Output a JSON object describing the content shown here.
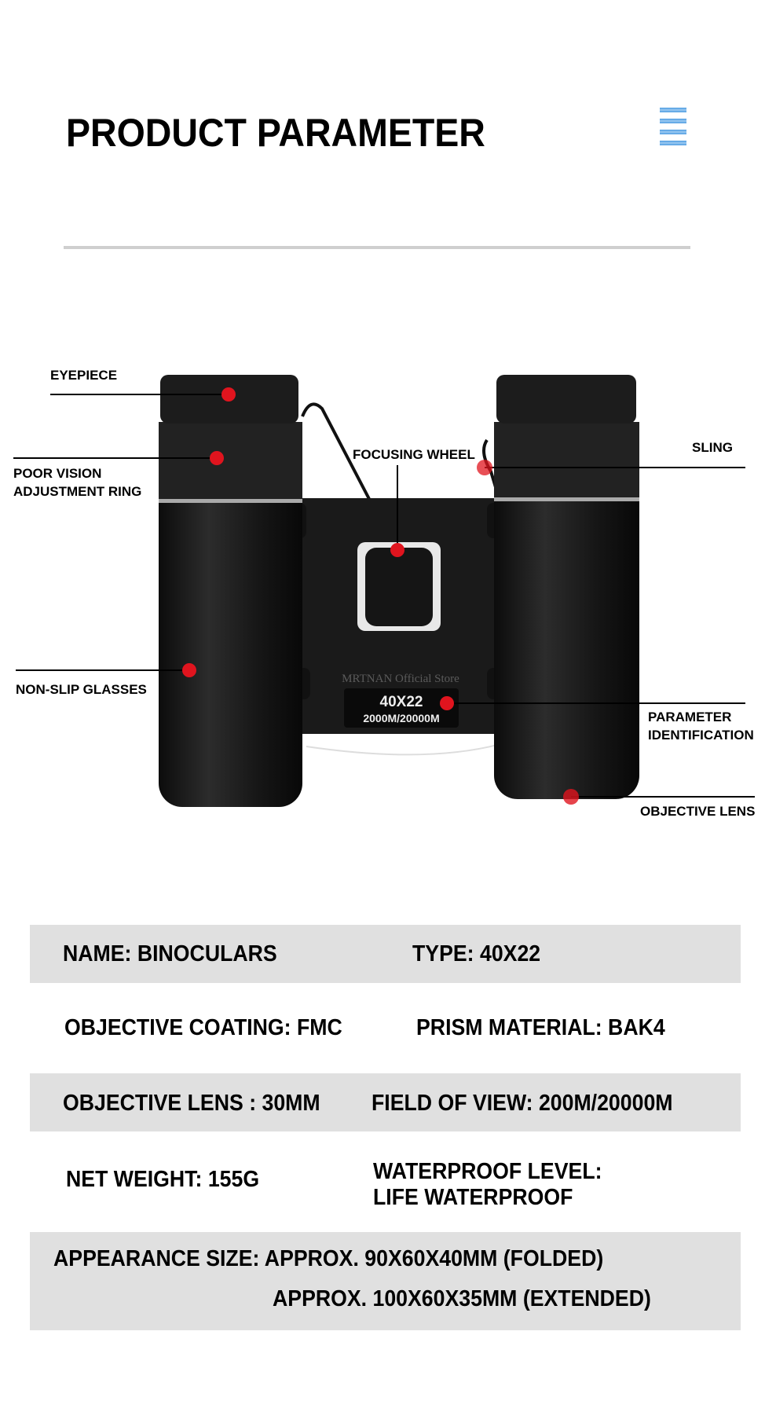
{
  "header": {
    "title": "PRODUCT PARAMETER",
    "menu_icon": "hamburger-menu-icon",
    "menu_color": "#4a9ae0"
  },
  "diagram": {
    "labels": {
      "eyepiece": "EYEPIECE",
      "poor_vision_1": "POOR VISION",
      "poor_vision_2": "ADJUSTMENT RING",
      "focusing_wheel": "FOCUSING WHEEL",
      "sling": "SLING",
      "non_slip": "NON-SLIP GLASSES",
      "parameter_1": "PARAMETER",
      "parameter_2": "IDENTIFICATION",
      "objective_lens": "OBJECTIVE LENS"
    },
    "plate": {
      "line1": "40X22",
      "line2": "2000M/20000M"
    },
    "watermark": "MRTNAN Official Store",
    "marker_color": "#e0141e"
  },
  "specs": {
    "name": "NAME: BINOCULARS",
    "type": "TYPE: 40X22",
    "coating": "OBJECTIVE COATING: FMC",
    "prism": "PRISM MATERIAL: BAK4",
    "objective": "OBJECTIVE LENS : 30MM",
    "fov": "FIELD OF VIEW: 200M/20000M",
    "weight": "NET WEIGHT: 155G",
    "waterproof_1": "WATERPROOF LEVEL:",
    "waterproof_2": "LIFE WATERPROOF",
    "size_1": "APPEARANCE SIZE: APPROX. 90X60X40MM (FOLDED)",
    "size_2": "APPROX. 100X60X35MM (EXTENDED)"
  }
}
